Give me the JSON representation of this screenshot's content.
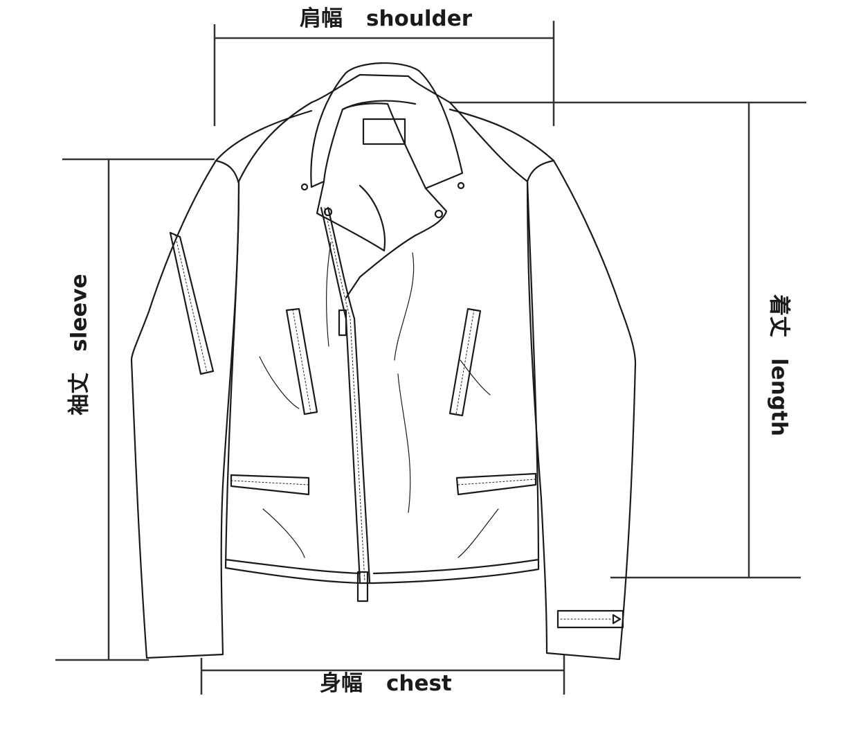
{
  "measurements": {
    "shoulder": {
      "ja": "肩幅",
      "en": "shoulder"
    },
    "chest": {
      "ja": "身幅",
      "en": "chest"
    },
    "sleeve": {
      "ja": "袖丈",
      "en": "sleeve"
    },
    "length": {
      "ja": "着丈",
      "en": "length"
    }
  },
  "colors": {
    "line": "#1a1a1a",
    "background": "#ffffff"
  }
}
